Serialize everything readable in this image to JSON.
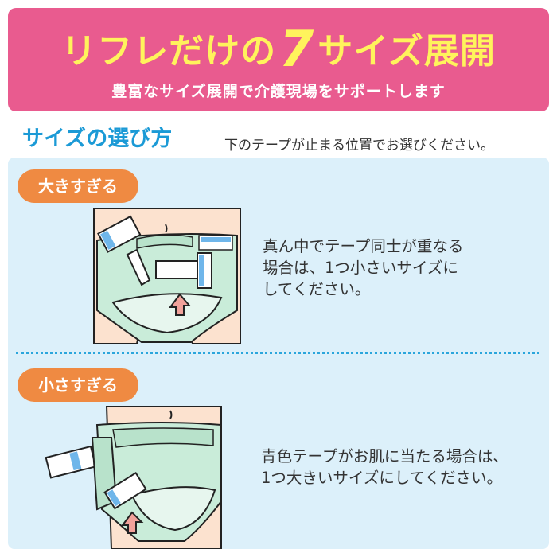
{
  "banner": {
    "title_pre": "リフレだけの",
    "title_num": "7",
    "title_post": "サイズ展開",
    "subtitle": "豊富なサイズ展開で介護現場をサポートします",
    "colors": {
      "background": "#e95b8f",
      "title": "#fff35c",
      "subtitle": "#ffffff"
    }
  },
  "section": {
    "heading": "サイズの選び方",
    "note": "下のテープが止まる位置でお選びください。",
    "heading_color": "#1b9ad6",
    "panel_color": "#dcf0fa"
  },
  "cases": [
    {
      "badge": "大きすぎる",
      "lines": [
        "真ん中でテープ同士が重なる",
        "場合は、1つ小さいサイズに",
        "してください。"
      ],
      "illustration_icon": "diaper-tapes-overlapping-icon"
    },
    {
      "badge": "小さすぎる",
      "lines": [
        "青色テープがお肌に当たる場合は、",
        "1つ大きいサイズにしてください。"
      ],
      "illustration_icon": "diaper-blue-tape-on-skin-icon"
    }
  ],
  "badge_color": "#ef8a42",
  "divider_color": "#2aa6dc"
}
